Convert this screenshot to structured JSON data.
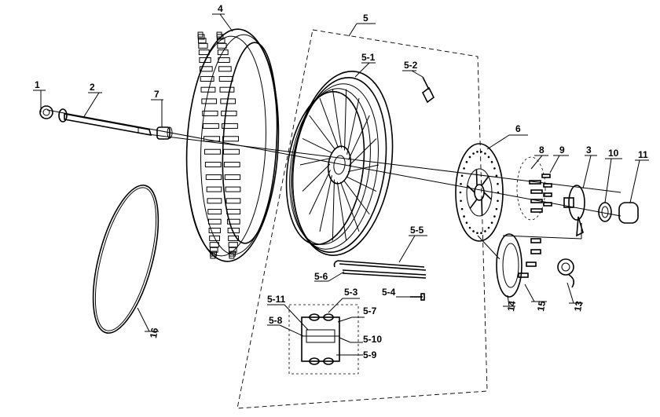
{
  "labels": {
    "p1": "1",
    "p2": "2",
    "p3": "3",
    "p4": "4",
    "p5": "5",
    "p5_1": "5-1",
    "p5_2": "5-2",
    "p5_3": "5-3",
    "p5_4": "5-4",
    "p5_5": "5-5",
    "p5_6": "5-6",
    "p5_7": "5-7",
    "p5_8": "5-8",
    "p5_9": "5-9",
    "p5_10": "5-10",
    "p5_11": "5-11",
    "p6": "6",
    "p7": "7",
    "p8": "8",
    "p9": "9",
    "p10": "10",
    "p11": "11",
    "p13": "13",
    "p14": "14",
    "p15": "15",
    "p16": "16"
  }
}
